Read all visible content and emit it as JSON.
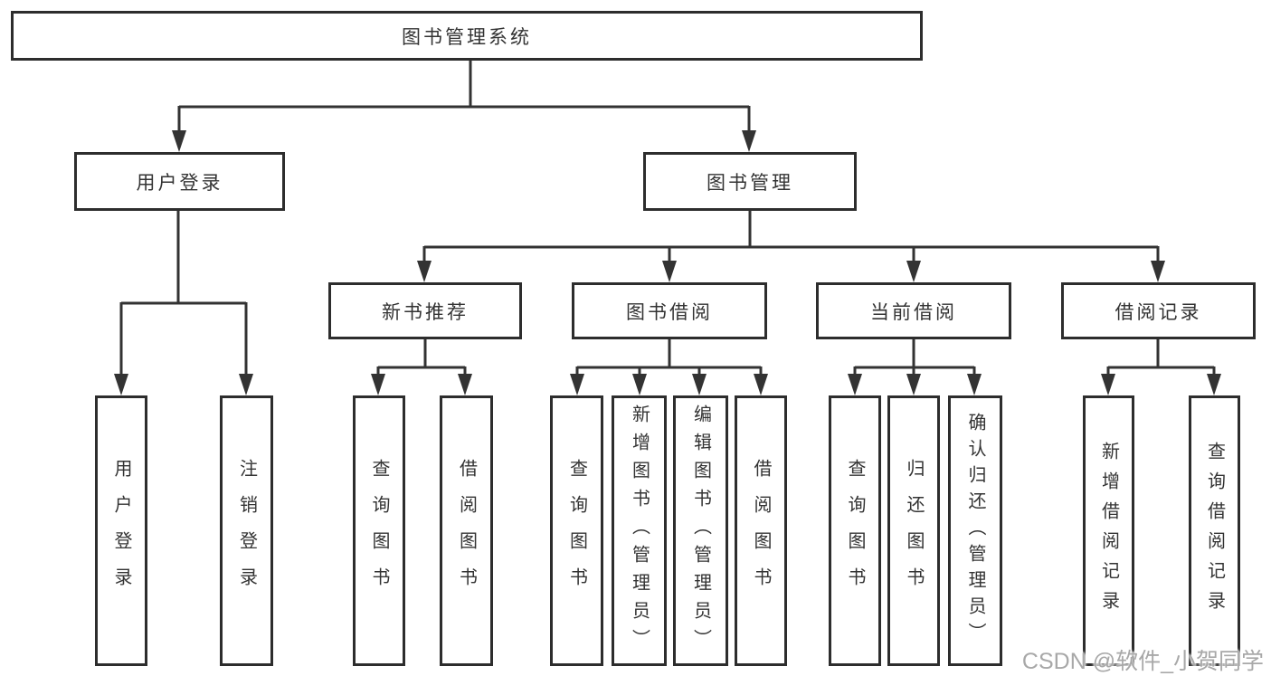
{
  "diagram": {
    "title": "图书管理系统",
    "colors": {
      "background": "#ffffff",
      "line": "#333333",
      "box_border": "#2d2d2d",
      "text": "#333333",
      "watermark": "#a8a8a8"
    },
    "nodes": {
      "root": "图书管理系统",
      "user_login": "用户登录",
      "book_management": "图书管理",
      "new_book_recommend": "新书推荐",
      "book_borrow": "图书借阅",
      "current_borrow": "当前借阅",
      "borrow_records": "借阅记录",
      "leaf_user_login": "用户登录",
      "leaf_logout": "注销登录",
      "leaf_nb_query_books": "查询图书",
      "leaf_nb_borrow_books": "借阅图书",
      "leaf_bb_query_books": "查询图书",
      "leaf_bb_add_books_admin": "新增图书（管理员）",
      "leaf_bb_edit_books_admin": "编辑图书（管理员）",
      "leaf_bb_borrow_books": "借阅图书",
      "leaf_cb_query_books": "查询图书",
      "leaf_cb_return_books": "归还图书",
      "leaf_cb_confirm_return_admin": "确认归还（管理员）",
      "leaf_br_add_record": "新增借阅记录",
      "leaf_br_query_record": "查询借阅记录"
    },
    "watermark": "CSDN @软件_小贺同学"
  }
}
